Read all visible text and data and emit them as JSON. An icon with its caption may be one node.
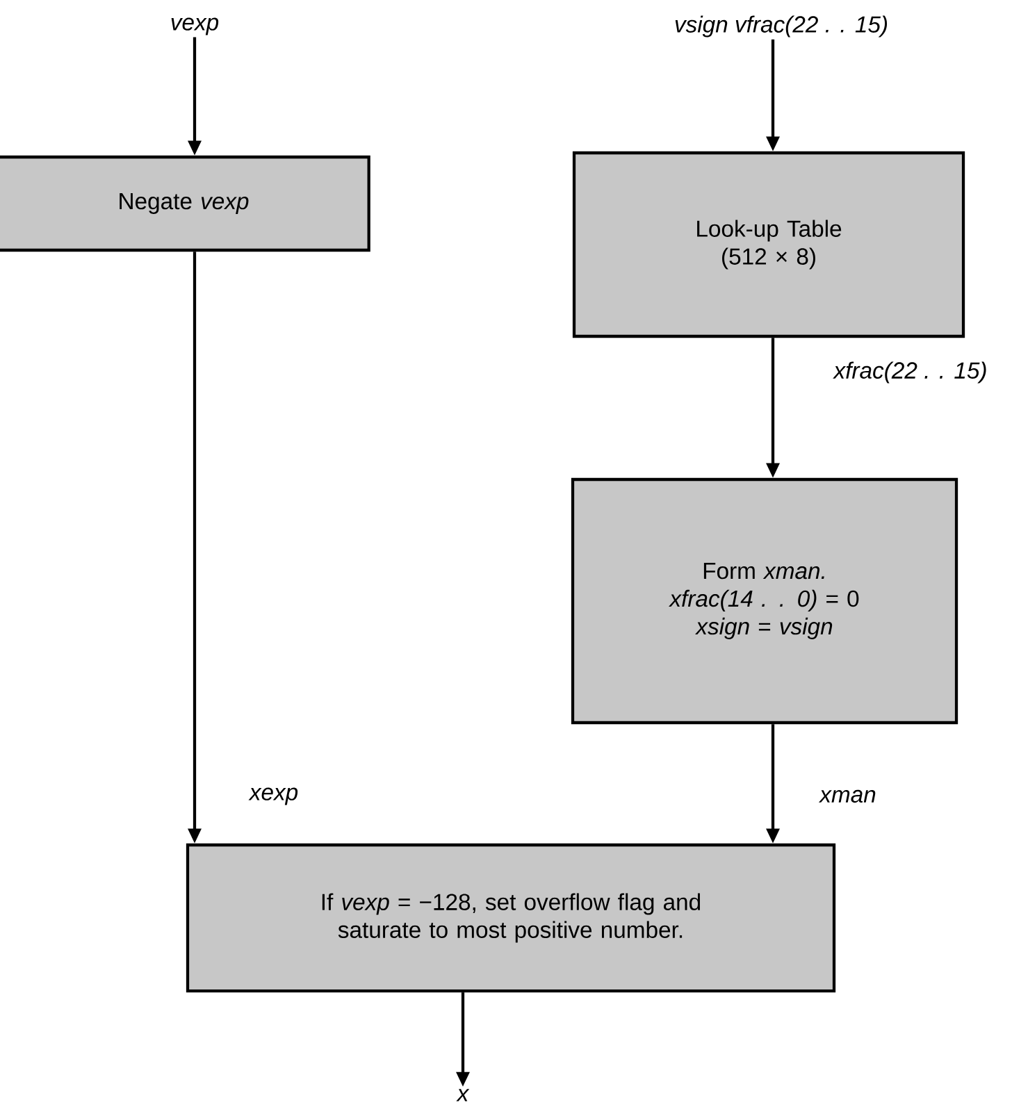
{
  "diagram": {
    "nodes": [
      {
        "text": [
          "vexp"
        ]
      },
      {
        "text": [
          "vsign vfrac(22 . . 15)"
        ]
      },
      {
        "text": [
          "Negate *vexp*"
        ]
      },
      {
        "text": [
          "Look-up Table (512 × 8)"
        ]
      },
      {
        "text": [
          "Form *xman.*",
          "*xfrac(14 . . 0)* = 0",
          "*xsign* = *vsign*"
        ]
      },
      {
        "text": [
          "If *vexp* = −128, set overflow flag and saturate to most positive number."
        ]
      },
      {
        "text": [
          "x"
        ]
      }
    ],
    "edges": [
      {
        "from": 0,
        "to": 2,
        "arrow": "to"
      },
      {
        "from": 1,
        "to": 3,
        "arrow": "to"
      },
      {
        "from": 3,
        "to": 4,
        "arrow": "to",
        "label": "xfrac(22 . . 15)"
      },
      {
        "from": 2,
        "to": 5,
        "arrow": "to",
        "label": "xexp"
      },
      {
        "from": 4,
        "to": 5,
        "arrow": "to",
        "label": "xman"
      },
      {
        "from": 5,
        "to": 6,
        "arrow": "to"
      }
    ]
  }
}
